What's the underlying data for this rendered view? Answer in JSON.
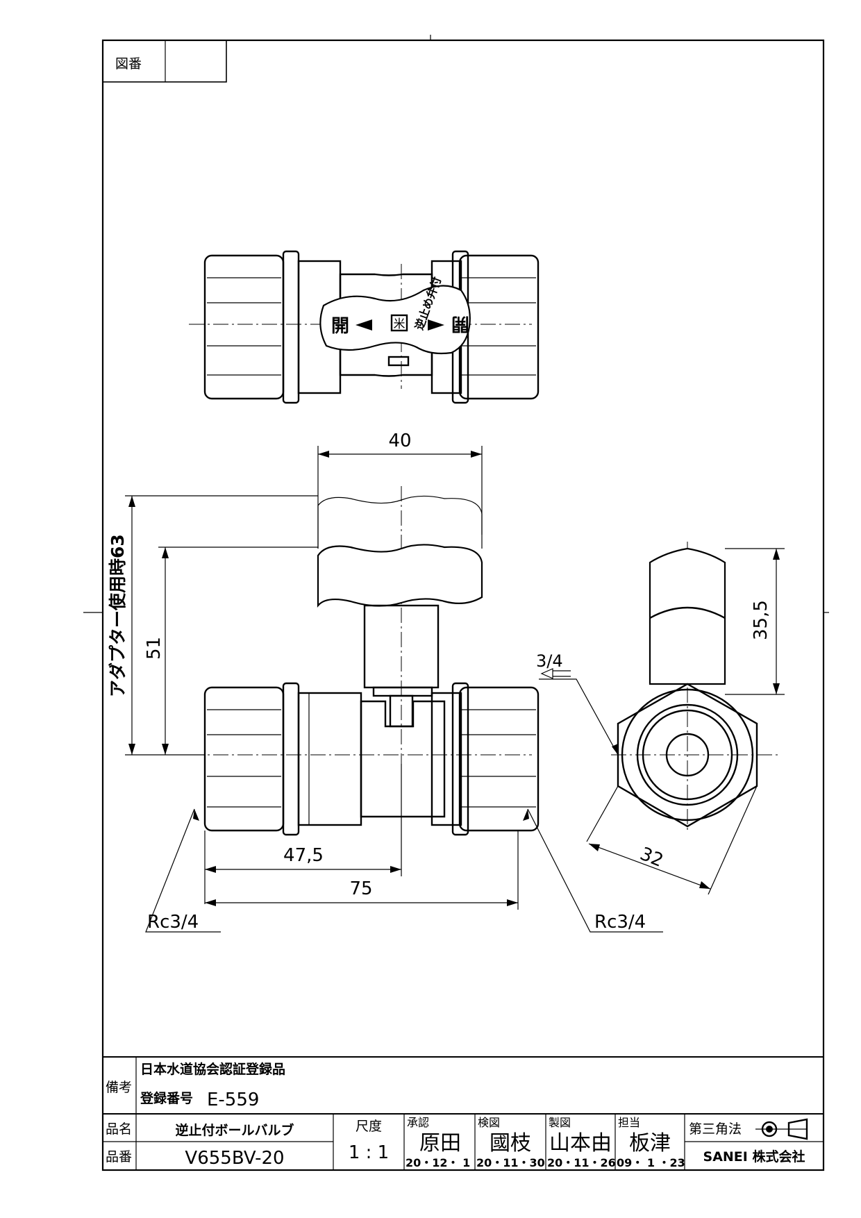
{
  "drawing_no_label": "図番",
  "drawing_no_value": "",
  "dimensions": {
    "handle_width": "40",
    "adapter_height": "アダプター使用時63",
    "stem_height": "51",
    "center_offset": "47,5",
    "overall_length": "75",
    "thread_left": "Rc3/4",
    "thread_right": "Rc3/4",
    "side_height": "35,5",
    "hex_width": "32",
    "inlet_size": "3/4"
  },
  "handle_markings": {
    "open_left": "開",
    "open_right": "開",
    "center_mark": "米",
    "check_text": "逆止め弁付"
  },
  "title_block": {
    "remarks_label": "備考",
    "remarks_line1": "日本水道協会認証登録品",
    "remarks_line2_label": "登録番号",
    "remarks_line2_value": "E-559",
    "product_name_label": "品名",
    "product_name": "逆止付ボールバルブ",
    "product_no_label": "品番",
    "product_no": "V655BV-20",
    "scale_label": "尺度",
    "scale_value": "1 : 1",
    "approvals": [
      {
        "role": "承認",
        "name": "原田",
        "date": "20・12・ 1"
      },
      {
        "role": "検図",
        "name": "國枝",
        "date": "20・11・30"
      },
      {
        "role": "製図",
        "name": "山本由",
        "date": "20・11・26"
      },
      {
        "role": "担当",
        "name": "板津",
        "date": "09・ 1 ・23"
      }
    ],
    "projection": "第三角法",
    "company": "SANEI 株式会社"
  }
}
